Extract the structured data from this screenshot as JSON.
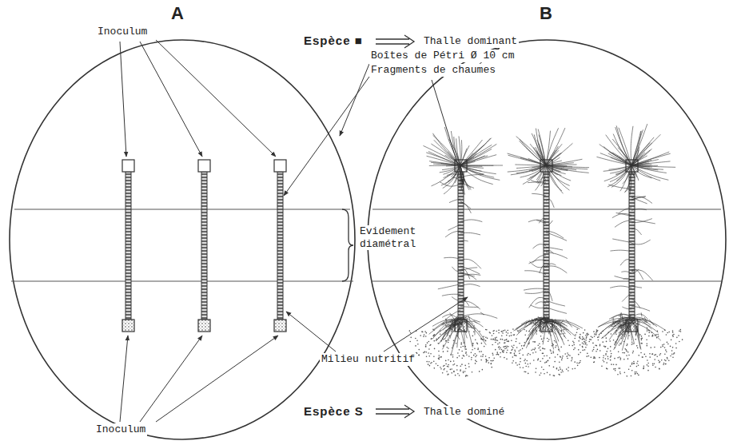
{
  "diagram": {
    "labels": [
      "A",
      "B",
      "Inoculum",
      "Boîtes de Pétri Ø 10 cm",
      "Fragments de chaumes",
      "Espèce ■",
      "Thalle dominant",
      "Evidement diamétral",
      "Milieu nutritif",
      "Inoculum",
      "Espèce S",
      "Thalle dominé"
    ]
  }
}
